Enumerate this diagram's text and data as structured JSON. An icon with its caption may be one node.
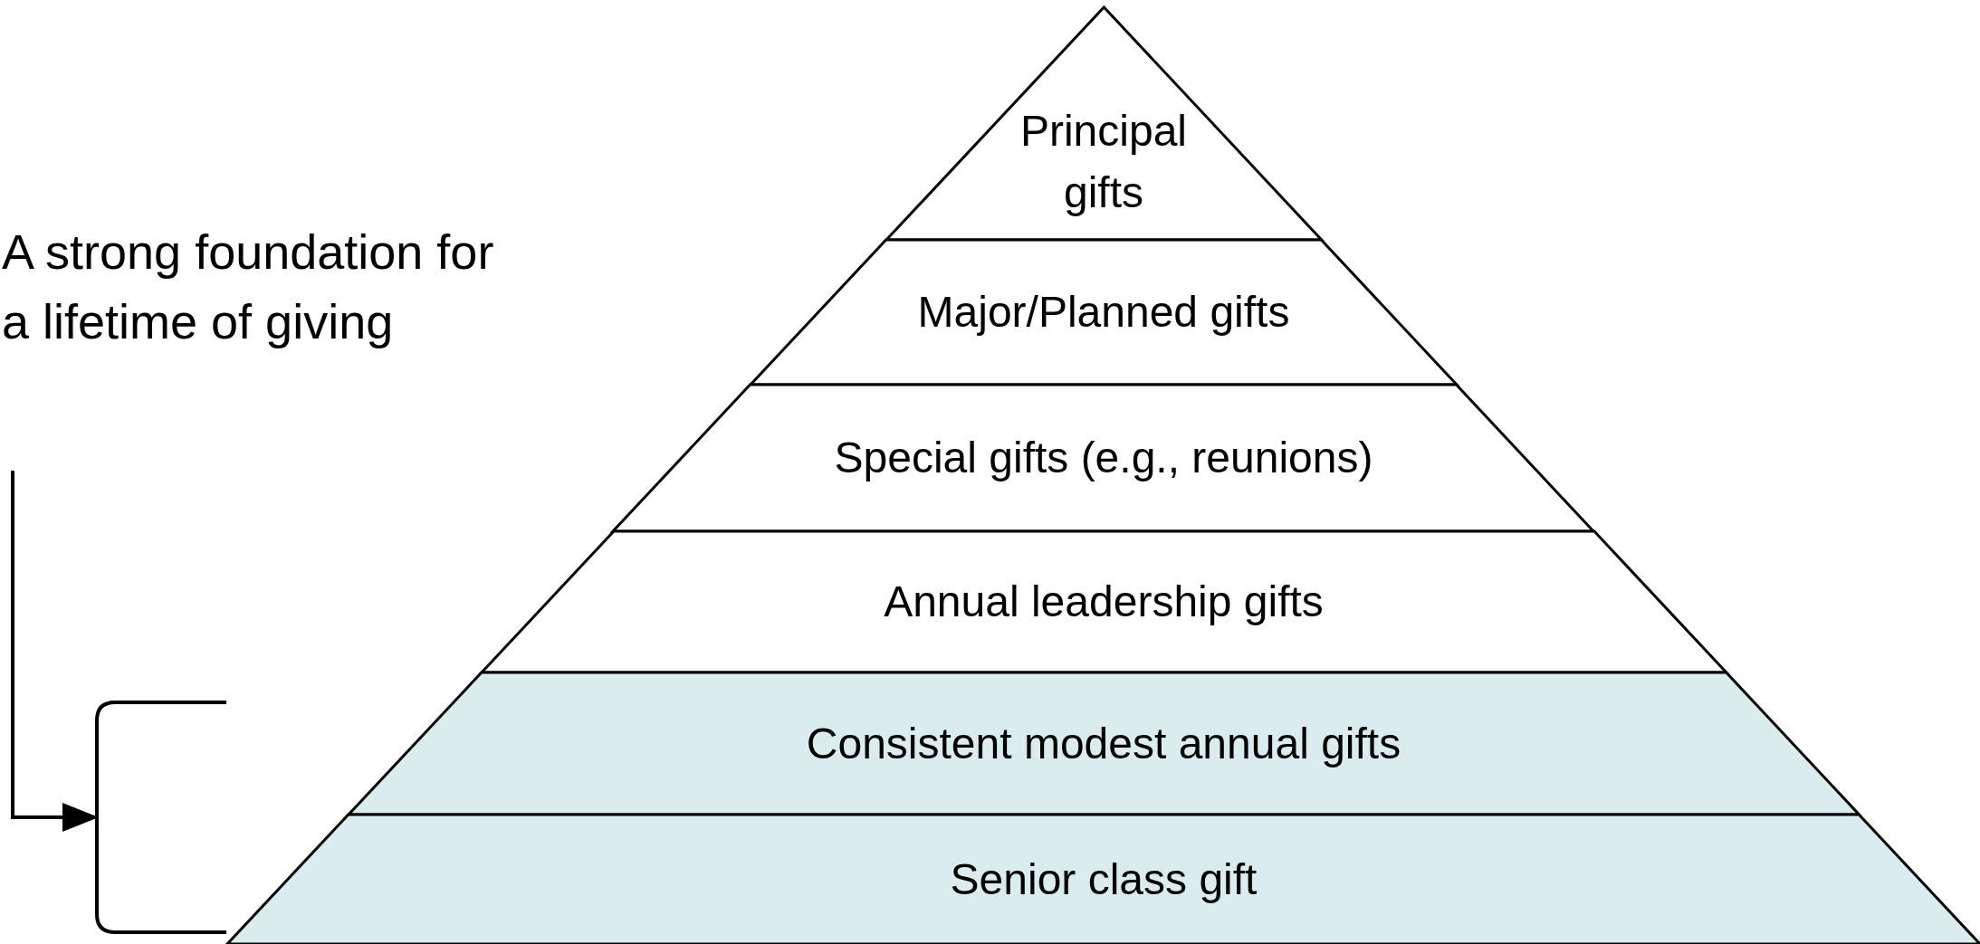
{
  "diagram": {
    "nodes": [
      {
        "text": [
          "A strong foundation for a lifetime of giving"
        ]
      },
      {
        "text": [],
        "shape": "bracket"
      },
      {
        "text": [
          "Principal gifts"
        ]
      },
      {
        "text": [
          "Major/Planned gifts"
        ]
      },
      {
        "text": [
          "Special gifts (e.g., reunions)"
        ]
      },
      {
        "text": [
          "Annual leadership gifts"
        ]
      },
      {
        "text": [
          "Consistent modest annual gifts"
        ]
      },
      {
        "text": [
          "Senior class gift"
        ]
      }
    ],
    "edges": [
      {
        "from": 0,
        "to": 1,
        "arrow": "to"
      }
    ]
  }
}
